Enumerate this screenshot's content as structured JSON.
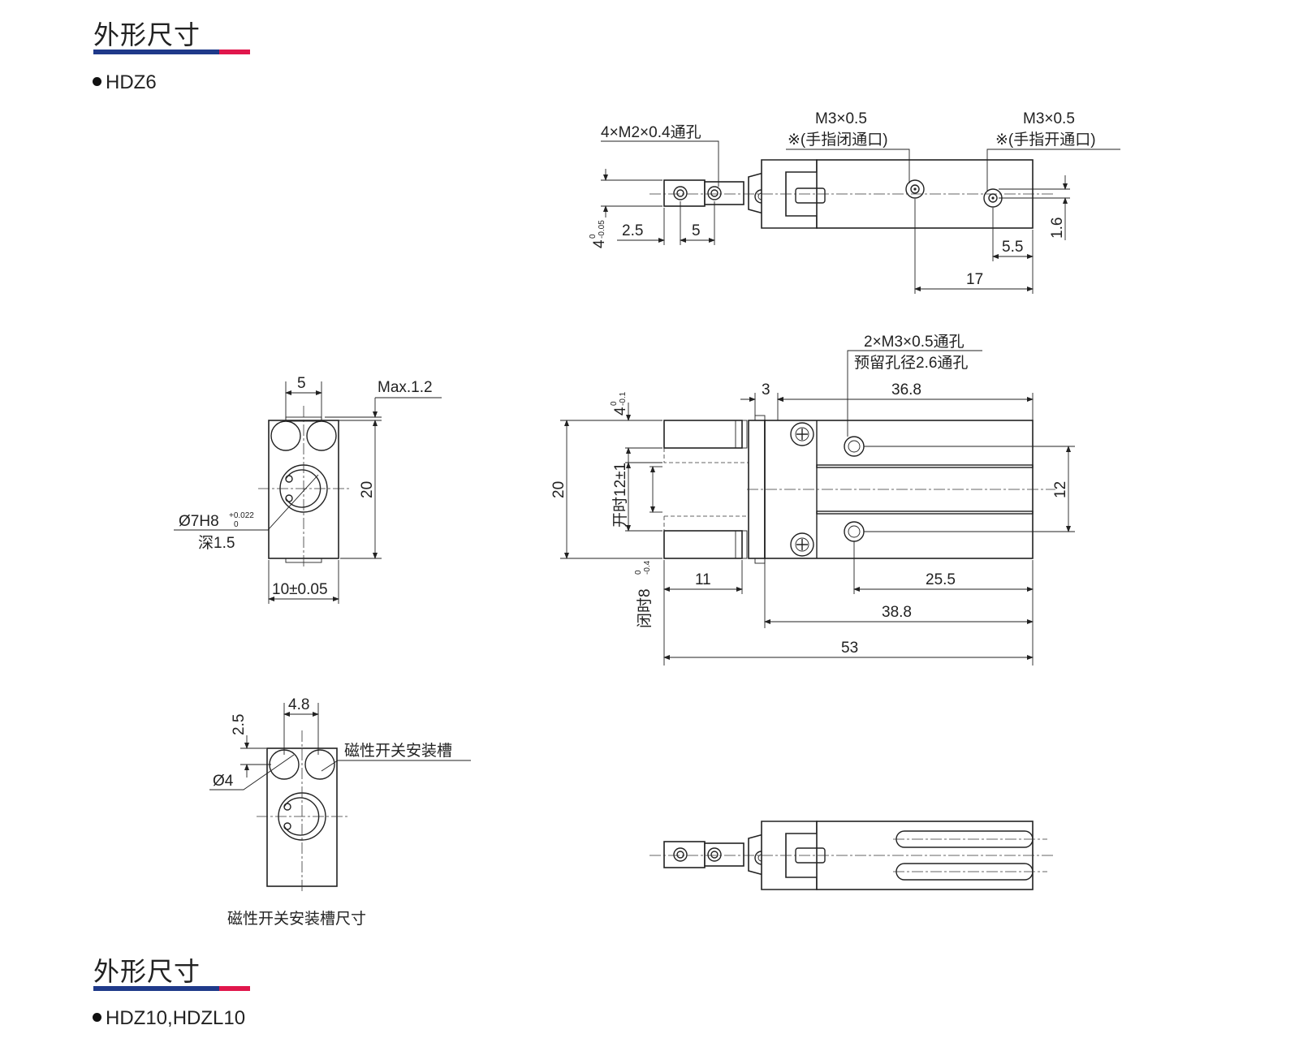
{
  "sections": [
    {
      "title": "外形尺寸",
      "model": "HDZ6"
    },
    {
      "title": "外形尺寸",
      "model": "HDZ10,HDZL10"
    }
  ],
  "colors": {
    "bar_blue": "#1f3a8a",
    "bar_red": "#e0174c"
  },
  "top_view": {
    "hole_label": "4×M2×0.4通孔",
    "port_close_a": "M3×0.5",
    "port_close_b": "※(手指闭通口)",
    "port_open_a": "M3×0.5",
    "port_open_b": "※(手指开通口)",
    "dim_4": "4",
    "dim_4_tol_up": "0",
    "dim_4_tol_dn": "-0.05",
    "dim_2_5": "2.5",
    "dim_5": "5",
    "dim_1_6": "1.6",
    "dim_5_5": "5.5",
    "dim_17": "17"
  },
  "end_view": {
    "dim_5": "5",
    "dim_max": "Max.1.2",
    "dim_20": "20",
    "bore": "Ø7H8",
    "bore_tol_up": "+0.022",
    "bore_tol_dn": "0",
    "depth": "深1.5",
    "dim_width": "10±0.05"
  },
  "front_view": {
    "hole_a": "2×M3×0.5通孔",
    "hole_b": "预留孔径2.6通孔",
    "dim_3": "3",
    "dim_36_8": "36.8",
    "dim_4": "4",
    "dim_4_tol_up": "0",
    "dim_4_tol_dn": "-0.1",
    "dim_20": "20",
    "open_label": "开时12±1",
    "dim_12": "12",
    "closed_label": "闭时8",
    "closed_tol_up": "0",
    "closed_tol_dn": "-0.4",
    "dim_11": "11",
    "dim_25_5": "25.5",
    "dim_38_8": "38.8",
    "dim_53": "53"
  },
  "slot_view": {
    "dim_4_8": "4.8",
    "dim_2_5": "2.5",
    "slot_label": "磁性开关安装槽",
    "dia": "Ø4",
    "caption": "磁性开关安装槽尺寸"
  }
}
